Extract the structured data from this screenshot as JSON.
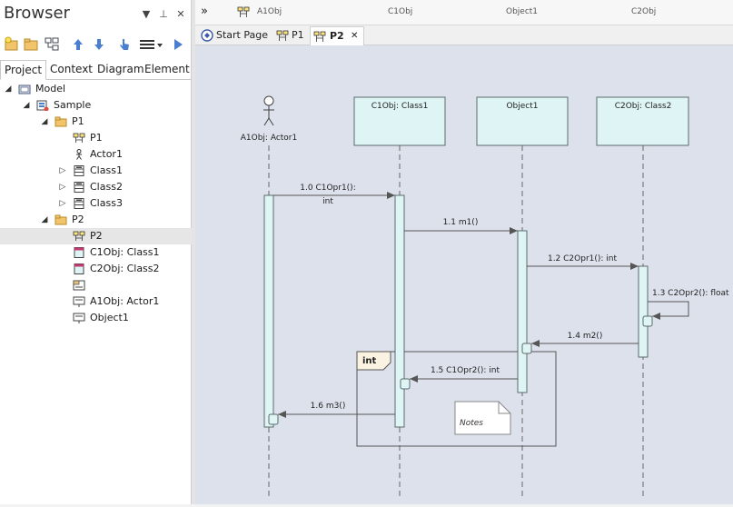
{
  "browser": {
    "title": "Browser",
    "tabs": [
      "Project",
      "Context",
      "Diagram",
      "Element"
    ],
    "active_tab": "Project",
    "tree": [
      {
        "label": "Model",
        "kind": "model",
        "level": 0,
        "expander": "expanded"
      },
      {
        "label": "Sample",
        "kind": "package-sample",
        "level": 1,
        "expander": "expanded"
      },
      {
        "label": "P1",
        "kind": "folder",
        "level": 2,
        "expander": "expanded"
      },
      {
        "label": "P1",
        "kind": "diagram",
        "level": 3,
        "expander": ""
      },
      {
        "label": "Actor1",
        "kind": "actor",
        "level": 3,
        "expander": ""
      },
      {
        "label": "Class1",
        "kind": "class",
        "level": 3,
        "expander": "collapsed"
      },
      {
        "label": "Class2",
        "kind": "class",
        "level": 3,
        "expander": "collapsed"
      },
      {
        "label": "Class3",
        "kind": "class",
        "level": 3,
        "expander": "collapsed"
      },
      {
        "label": "P2",
        "kind": "folder",
        "level": 2,
        "expander": "expanded"
      },
      {
        "label": "P2",
        "kind": "diagram",
        "level": 3,
        "expander": "",
        "selected": true
      },
      {
        "label": "C1Obj: Class1",
        "kind": "instance",
        "level": 3,
        "expander": ""
      },
      {
        "label": "C2Obj: Class2",
        "kind": "instance",
        "level": 3,
        "expander": ""
      },
      {
        "label": "",
        "kind": "fragment",
        "level": 3,
        "expander": ""
      },
      {
        "label": "A1Obj: Actor1",
        "kind": "object",
        "level": 3,
        "expander": ""
      },
      {
        "label": "Object1",
        "kind": "object",
        "level": 3,
        "expander": ""
      }
    ]
  },
  "lifeline_header": {
    "expand_glyph": "»",
    "labels": [
      "A1Obj",
      "C1Obj",
      "Object1",
      "C2Obj"
    ]
  },
  "doc_tabs": [
    {
      "label": "Start Page",
      "icon": "start-page-icon"
    },
    {
      "label": "P1",
      "icon": "diagram-icon"
    },
    {
      "label": "P2",
      "icon": "diagram-icon",
      "active": true,
      "close": "✕"
    }
  ],
  "diagram": {
    "actor_label": "A1Obj: Actor1",
    "lifelines": [
      "C1Obj: Class1",
      "Object1",
      "C2Obj: Class2"
    ],
    "fragment_label": "int",
    "note_label": "Notes",
    "messages": {
      "m10a": "1.0 C1Opr1():",
      "m10b": "int",
      "m11": "1.1 m1()",
      "m12": "1.2 C2Opr1(): int",
      "m13": "1.3 C2Opr2(): float",
      "m14": "1.4 m2()",
      "m15": "1.5 C1Opr2(): int",
      "m16": "1.6 m3()"
    }
  },
  "colors": {
    "canvas": "#dde1ec",
    "lifeline_fill": "#dff5f5",
    "lifeline_border": "#5a6a6a",
    "fragment_tag": "#fbf3e2",
    "folder": "#f2c56b"
  }
}
